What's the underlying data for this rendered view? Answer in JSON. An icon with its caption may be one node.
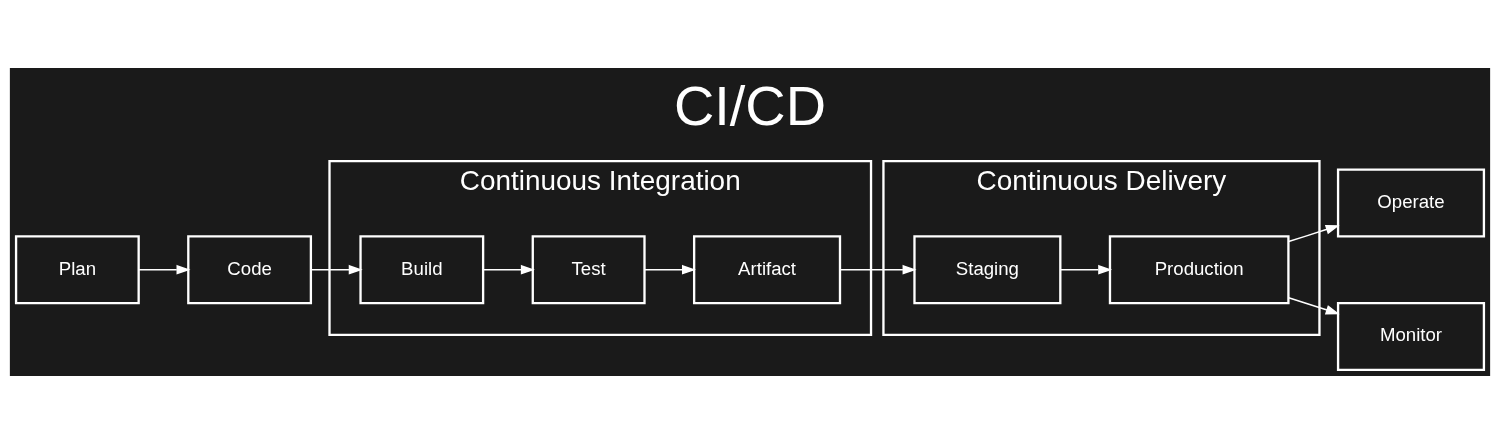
{
  "diagram": {
    "title": "CI/CD",
    "nodes": [
      {
        "text": [
          "Plan"
        ]
      },
      {
        "text": [
          "Code"
        ]
      },
      {
        "text": [
          "Continuous Integration"
        ]
      },
      {
        "text": [
          "Build"
        ],
        "in": 2
      },
      {
        "text": [
          "Test"
        ],
        "in": 2
      },
      {
        "text": [
          "Artifact"
        ],
        "in": 2
      },
      {
        "text": [
          "Continuous Delivery"
        ]
      },
      {
        "text": [
          "Staging"
        ],
        "in": 6
      },
      {
        "text": [
          "Production"
        ],
        "in": 6
      },
      {
        "text": [
          "Operate"
        ]
      },
      {
        "text": [
          "Monitor"
        ]
      }
    ],
    "edges": [
      {
        "from": 0,
        "to": 1,
        "arrow": "to"
      },
      {
        "from": 1,
        "to": 3,
        "arrow": "to"
      },
      {
        "from": 3,
        "to": 4,
        "arrow": "to"
      },
      {
        "from": 4,
        "to": 5,
        "arrow": "to"
      },
      {
        "from": 5,
        "to": 7,
        "arrow": "to"
      },
      {
        "from": 7,
        "to": 8,
        "arrow": "to"
      },
      {
        "from": 8,
        "to": 9,
        "arrow": "to"
      },
      {
        "from": 8,
        "to": 10,
        "arrow": "to"
      }
    ]
  }
}
